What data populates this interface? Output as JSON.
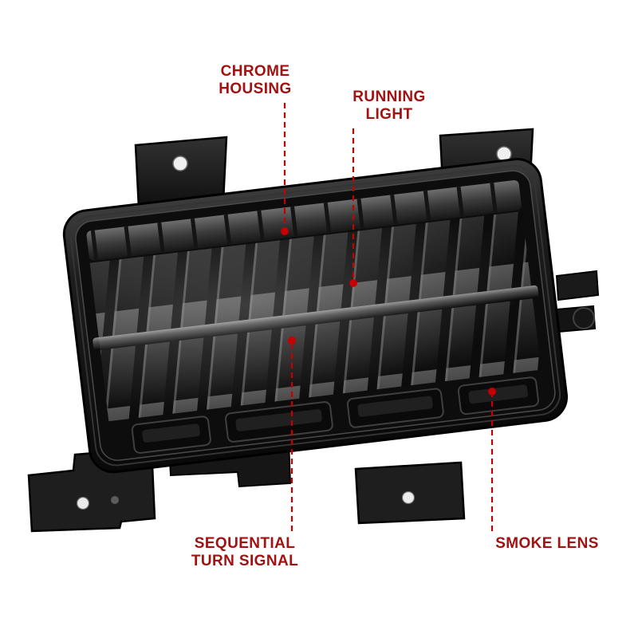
{
  "page": {
    "background": "#ffffff"
  },
  "product": {
    "name": "led-fender-light-assembly",
    "description_parts": [
      "chrome housing",
      "running light",
      "sequential turn signal",
      "smoke lens"
    ],
    "colors": {
      "body": "#141414",
      "bezel_highlight": "#4a4a4a",
      "lens": "#0d0d0d",
      "bracket": "#1c1c1c",
      "mount_hole": "#ececec"
    }
  },
  "callouts": {
    "accent_color": "#c40000",
    "text_color": "#a11212",
    "chrome_housing": {
      "line1": "CHROME",
      "line2": "HOUSING"
    },
    "running_light": {
      "line1": "RUNNING",
      "line2": "LIGHT"
    },
    "sequential_turn_signal": {
      "line1": "SEQUENTIAL",
      "line2": "TURN SIGNAL"
    },
    "smoke_lens": {
      "line1": "SMOKE LENS"
    }
  }
}
